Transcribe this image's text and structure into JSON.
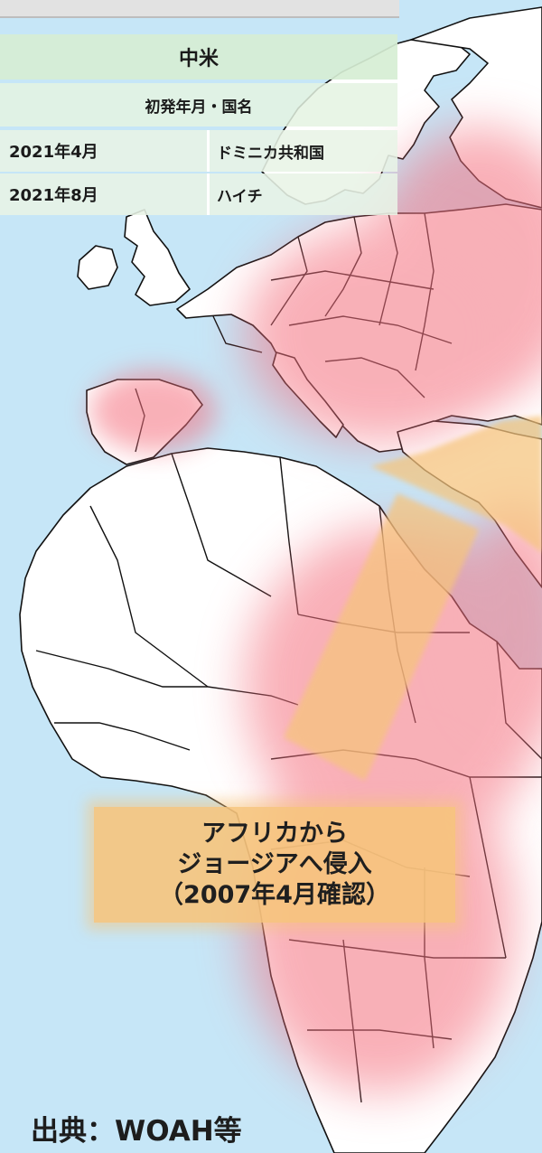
{
  "table": {
    "title": "中米",
    "subheader": "初発年月・国名",
    "rows": [
      {
        "date": "2021年4月",
        "country": "ドミニカ共和国"
      },
      {
        "date": "2021年8月",
        "country": "ハイチ"
      }
    ]
  },
  "callout": {
    "line1": "アフリカから",
    "line2": "ジョージアへ侵入",
    "line3": "（2007年4月確認）"
  },
  "source": "出典：WOAH等",
  "colors": {
    "sea": "#c6e6f7",
    "land": "#ffffff",
    "affected": "#f5a0a8",
    "arrow": "#f6c47c",
    "table_header": "#d6eed4"
  }
}
